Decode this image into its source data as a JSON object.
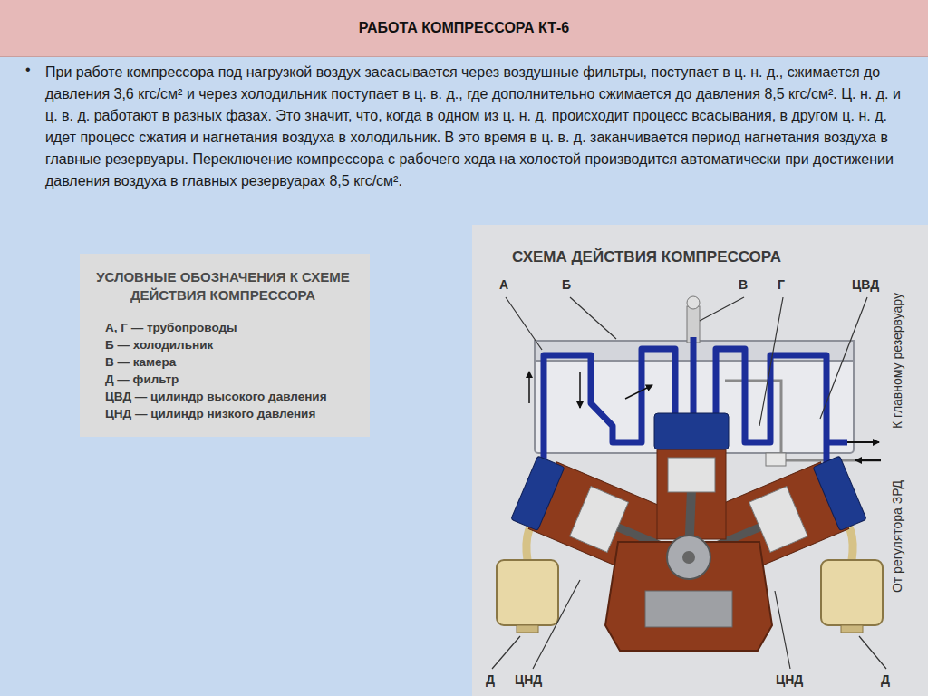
{
  "diagram": {
    "title": "РАБОТА КОМПРЕССОРА КТ-6",
    "nodes": [
      {
        "text": [
          "УСЛОВНЫЕ ОБОЗНАЧЕНИЯ К СХЕМЕ ДЕЙСТВИЯ КОМПРЕССОРА",
          "А, Г — трубопроводы",
          "Б — холодильник",
          "В — камера",
          "Д — фильтр",
          "ЦВД — цилиндр высокого давления",
          "ЦНД — цилиндр низкого давления"
        ]
      },
      {
        "text": [
          "СХЕМА ДЕЙСТВИЯ КОМПРЕССОРА"
        ]
      }
    ],
    "labels": [
      "•",
      "При работе компрессора под нагрузкой воздух засасывается через воздушные фильтры, поступает в ц. н. д., сжимается до давления 3,6 кгс/см² и через холодильник поступает в ц. в. д., где дополнительно сжимается до давления 8,5 кгс/см². Ц. н. д. и ц. в. д. работают в разных фазах. Это значит, что, когда в одном из ц. н. д. происходит процесс всасывания, в другом ц. н. д. идет процесс сжатия и нагнетания воздуха в холодильник. В это время в ц. в. д. заканчивается период нагнетания воздуха в главные резервуары. Переключение компрессора с рабочего хода на холостой производится автоматически при достижении давления воздуха в главных резервуарах 8,5 кгс/см².",
      "А",
      "Б",
      "В",
      "Г",
      "ЦВД",
      "К главному резервуару",
      "От регулятора ЗРД",
      "Д",
      "ЦНД",
      "ЦНД",
      "Д"
    ]
  }
}
